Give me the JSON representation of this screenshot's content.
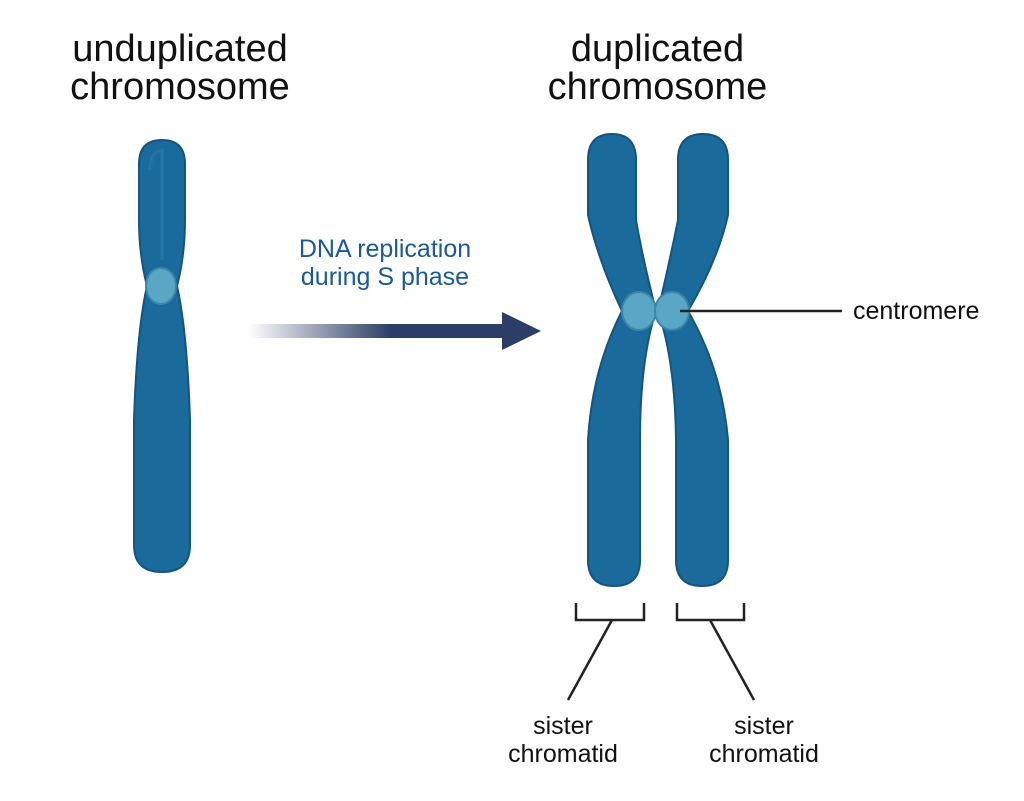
{
  "titles": {
    "left_line1": "unduplicated",
    "left_line2": "chromosome",
    "right_line1": "duplicated",
    "right_line2": "chromosome"
  },
  "process": {
    "line1": "DNA replication",
    "line2": "during S phase"
  },
  "labels": {
    "centromere": "centromere",
    "sister_left_line1": "sister",
    "sister_left_line2": "chromatid",
    "sister_right_line1": "sister",
    "sister_right_line2": "chromatid"
  },
  "colors": {
    "chromosome": "#1b6a9c",
    "chromosome_dark": "#14557f",
    "centromere": "#5aa7c5",
    "arrow": "#2c3e66",
    "process_text": "#1d5a93",
    "label_text": "#111111"
  }
}
